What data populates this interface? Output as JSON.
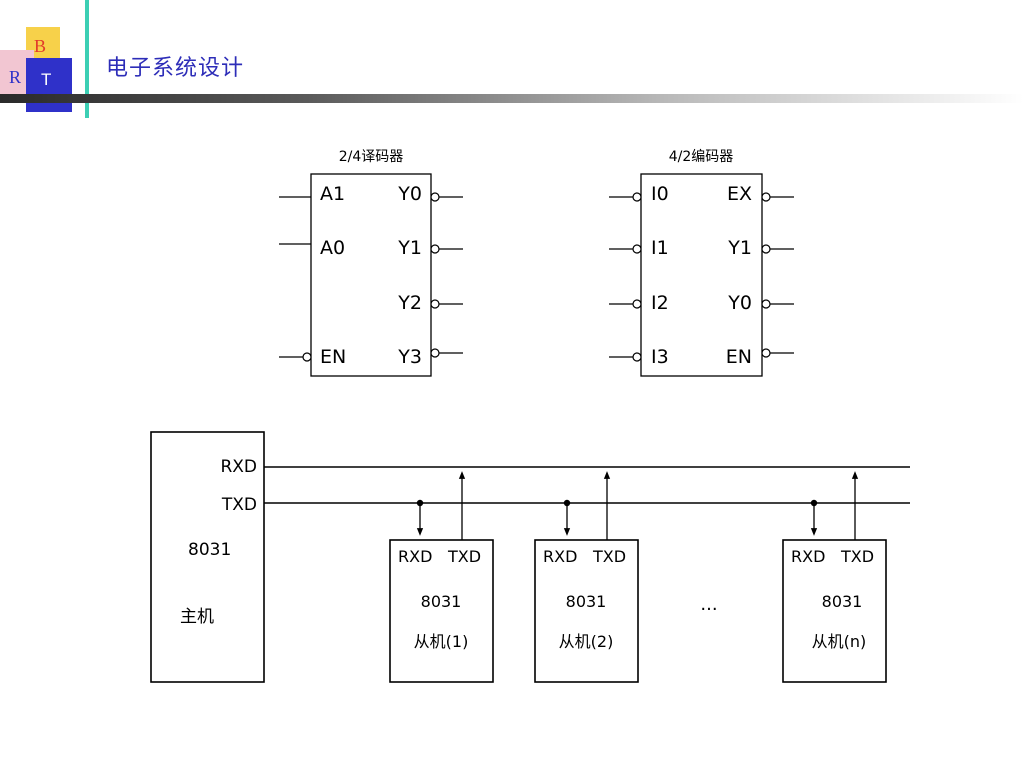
{
  "slide": {
    "title": "电子系统设计",
    "logo": {
      "letter_b": "B",
      "letter_r": "R",
      "letter_t": "T"
    }
  },
  "decoder": {
    "caption": "2/4译码器",
    "left_pins": [
      "A1",
      "A0",
      "",
      "EN"
    ],
    "right_pins": [
      "Y0",
      "Y1",
      "Y2",
      "Y3"
    ]
  },
  "encoder": {
    "caption": "4/2编码器",
    "left_pins": [
      "I0",
      "I1",
      "I2",
      "I3"
    ],
    "right_pins": [
      "EX",
      "Y1",
      "Y0",
      "EN"
    ]
  },
  "network": {
    "bus_rxd": "RXD",
    "bus_txd": "TXD",
    "host": {
      "model": "8031",
      "label": "主机"
    },
    "slaves": [
      {
        "rxd": "RXD",
        "txd": "TXD",
        "model": "8031",
        "label": "从机(1)"
      },
      {
        "rxd": "RXD",
        "txd": "TXD",
        "model": "8031",
        "label": "从机(2)"
      },
      {
        "rxd": "RXD",
        "txd": "TXD",
        "model": "8031",
        "label": "从机(n)"
      }
    ],
    "ellipsis": "..."
  },
  "colors": {
    "title": "#2d2db8",
    "logo_yellow": "#f7d14a",
    "logo_blue": "#2f31c9",
    "logo_pink": "#f2c6d2",
    "logo_red_text": "#e23a2a",
    "accent_teal": "#3ccfb4"
  }
}
